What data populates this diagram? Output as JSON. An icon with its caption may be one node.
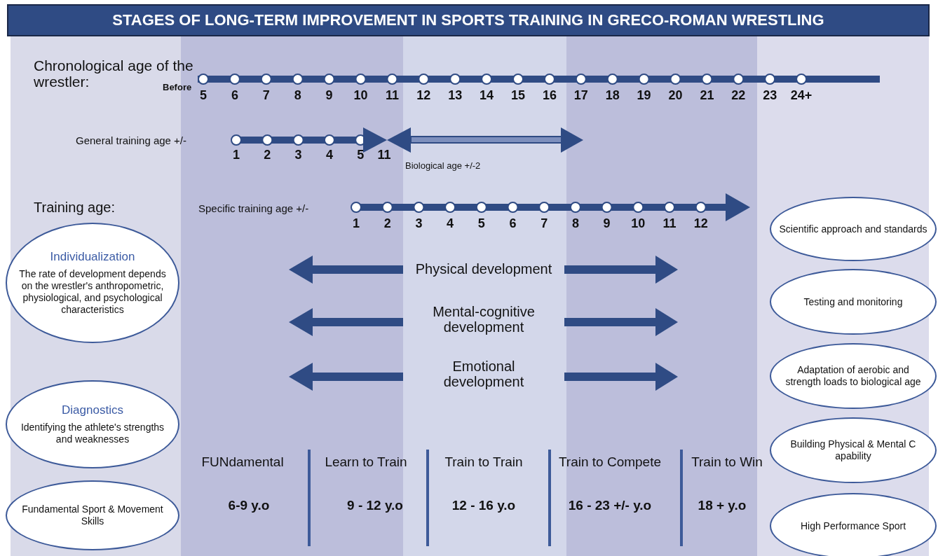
{
  "diagram": {
    "title": "STAGES OF LONG-TERM IMPROVEMENT IN SPORTS TRAINING IN GRECO-ROMAN WRESTLING",
    "nodes": [
      {
        "text": [
          "Individualization",
          "The rate of development depends on the wrestler's anthropometric, physiological, and psychological characteristics"
        ]
      },
      {
        "text": [
          "Diagnostics",
          "Identifying the athlete's strengths and weaknesses"
        ]
      },
      {
        "text": [
          "Fundamental Sport & Movement Skills"
        ]
      },
      {
        "text": [
          "Scientific approach and standards"
        ]
      },
      {
        "text": [
          "Testing and monitoring"
        ]
      },
      {
        "text": [
          "Adaptation of aerobic and strength loads to biological age"
        ]
      },
      {
        "text": [
          "Building Physical & Mental C apability"
        ]
      },
      {
        "text": [
          "High Performance Sport"
        ]
      }
    ],
    "labels": [
      "Chronological age of the wrestler:",
      "Before",
      "5",
      "6",
      "7",
      "8",
      "9",
      "10",
      "11",
      "12",
      "13",
      "14",
      "15",
      "16",
      "17",
      "18",
      "19",
      "20",
      "21",
      "22",
      "23",
      "24+",
      "General training age +/-",
      "1",
      "2",
      "3",
      "4",
      "5",
      "11",
      "Biological age +/-2",
      "Training age:",
      "Specific training age +/-",
      "1",
      "2",
      "3",
      "4",
      "5",
      "6",
      "7",
      "8",
      "9",
      "10",
      "11",
      "12",
      "Physical development",
      "Mental-cognitive development",
      "Emotional development",
      "FUNdamental",
      "Learn to Train",
      "Train to Train",
      "Train to Compete",
      "Train to Win",
      "6-9 y.o",
      "9 - 12 y.o",
      "12 - 16 y.o",
      "16 - 23 +/- y.o",
      "18 + y.o"
    ]
  }
}
